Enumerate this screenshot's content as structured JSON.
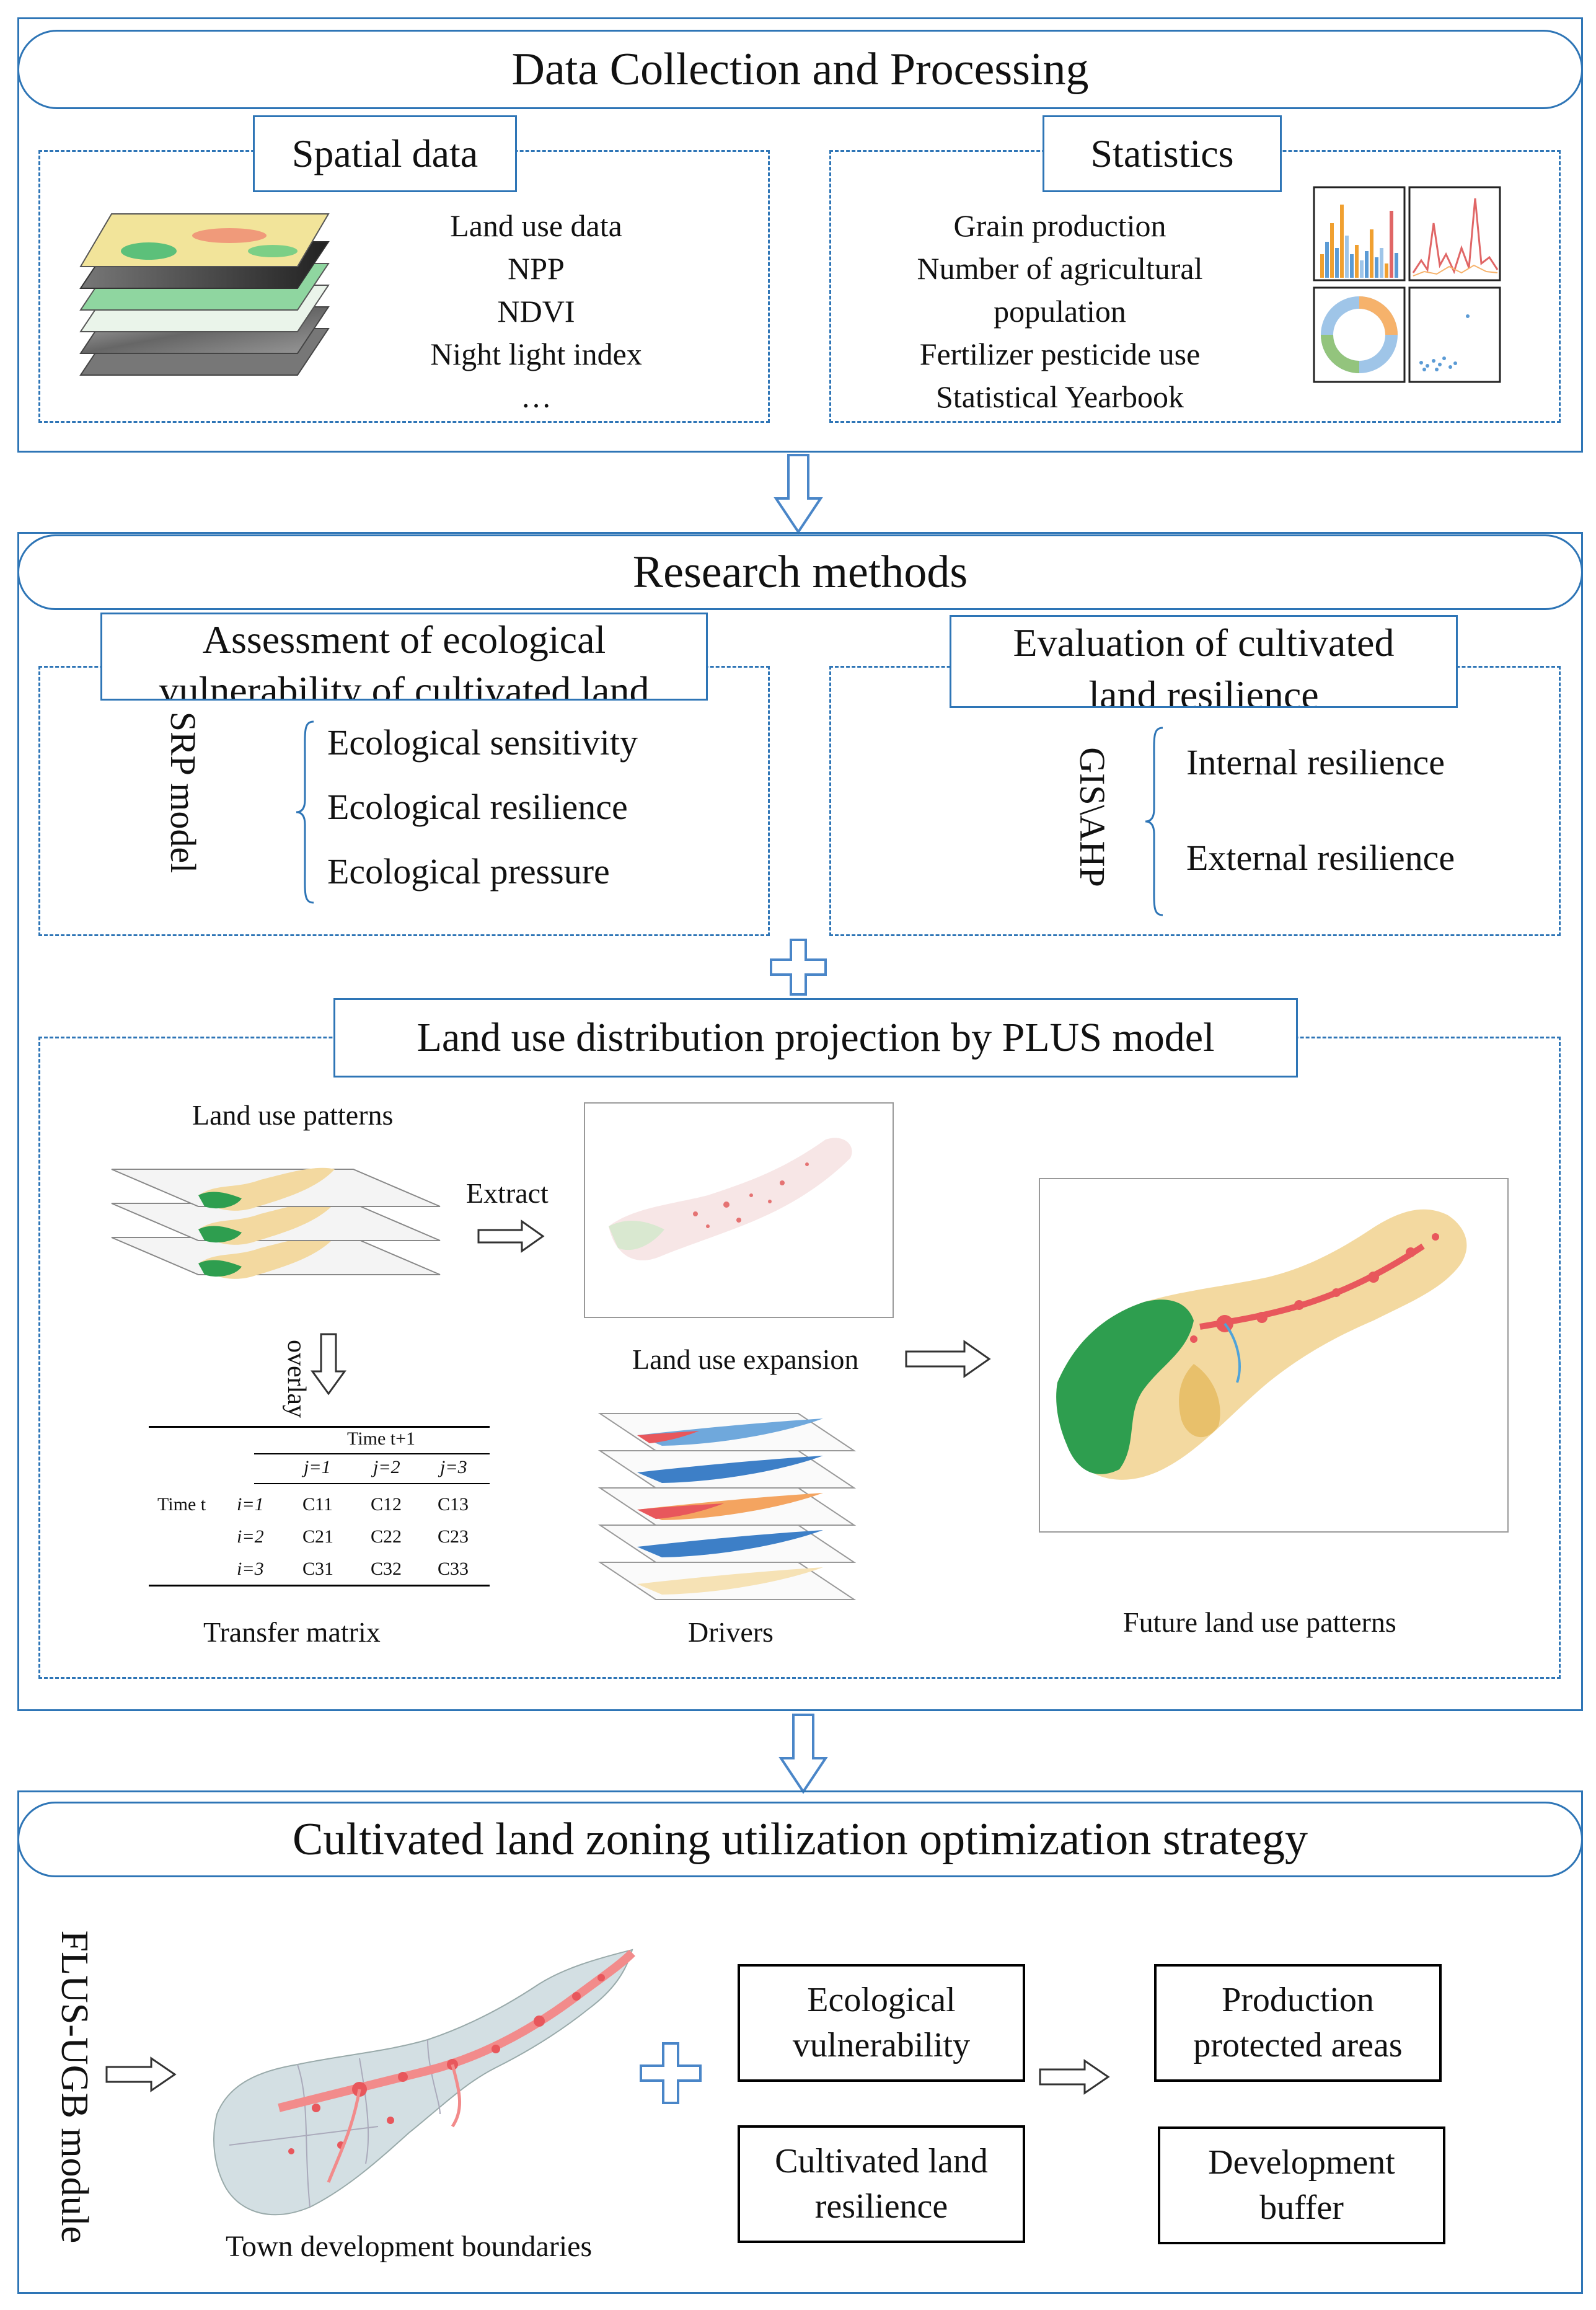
{
  "data_collection": {
    "title": "Data Collection and Processing",
    "spatial": {
      "label": "Spatial data",
      "items": [
        "Land use data",
        "NPP",
        "NDVI",
        "Night light index",
        "…"
      ]
    },
    "statistics": {
      "label": "Statistics",
      "items": [
        "Grain production",
        "Number of agricultural",
        "population",
        "Fertilizer pesticide use",
        "Statistical Yearbook"
      ]
    }
  },
  "research_methods": {
    "title": "Research methods",
    "vulnerability": {
      "label_line1": "Assessment of ecological",
      "label_line2": "vulnerability of cultivated land",
      "model": "SRP model",
      "items": [
        "Ecological sensitivity",
        "Ecological resilience",
        "Ecological pressure"
      ]
    },
    "resilience": {
      "label_line1": "Evaluation of cultivated",
      "label_line2": "land resilience",
      "model": "GIS\\AHP",
      "items": [
        "Internal resilience",
        "External resilience"
      ]
    },
    "plus": {
      "label": "Land use distribution projection by PLUS model",
      "land_use_patterns": "Land use patterns",
      "extract": "Extract",
      "overlay": "overlay",
      "land_use_expansion": "Land use expansion",
      "transfer_matrix": "Transfer matrix",
      "drivers": "Drivers",
      "future_patterns": "Future land use patterns",
      "matrix": {
        "header_time": "Time t+1",
        "col_headers": [
          "j=1",
          "j=2",
          "j=3"
        ],
        "row_label": "Time t",
        "row_headers": [
          "i=1",
          "i=2",
          "i=3"
        ],
        "cells": [
          [
            "C11",
            "C12",
            "C13"
          ],
          [
            "C21",
            "C22",
            "C23"
          ],
          [
            "C31",
            "C32",
            "C33"
          ]
        ]
      }
    }
  },
  "optimization": {
    "title": "Cultivated land zoning utilization optimization strategy",
    "module": "FLUS-UGB module",
    "town_boundaries": "Town development boundaries",
    "eco_vulnerability": "Ecological vulnerability",
    "cl_resilience": "Cultivated land resilience",
    "production_areas": "Production protected areas",
    "development_buffer": "Development buffer"
  },
  "colors": {
    "frame_blue": "#2e75b6",
    "arrow_blue": "#4a86c8",
    "landuse_green": "#2e9e4f",
    "landuse_yellow": "#f3d9a0",
    "urban_red": "#e8575c"
  }
}
